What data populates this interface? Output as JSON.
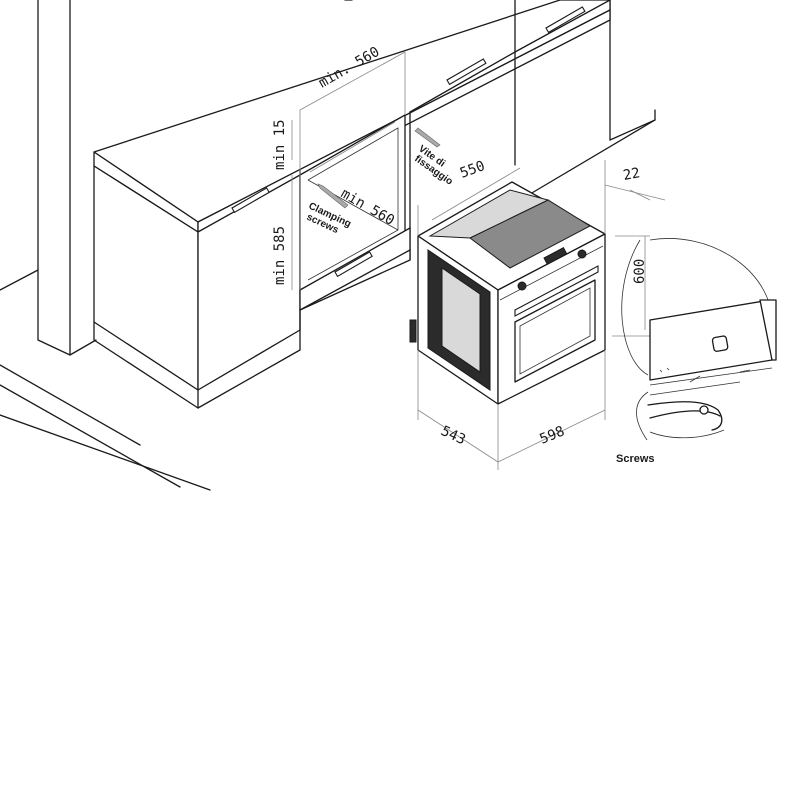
{
  "dimensions": {
    "cutout_top_width": "min. 560",
    "cutout_inner_width": "min 560",
    "cutout_top_gap": "min 15",
    "cutout_height": "min 585",
    "oven_depth": "550",
    "front_thickness": "22",
    "oven_height": "600",
    "oven_side_depth": "543",
    "oven_width": "598"
  },
  "labels": {
    "clamping_line1": "Clamping",
    "clamping_line2": "screws",
    "fixing_line1": "Vite di",
    "fixing_line2": "fissaggio",
    "screws": "Screws"
  }
}
